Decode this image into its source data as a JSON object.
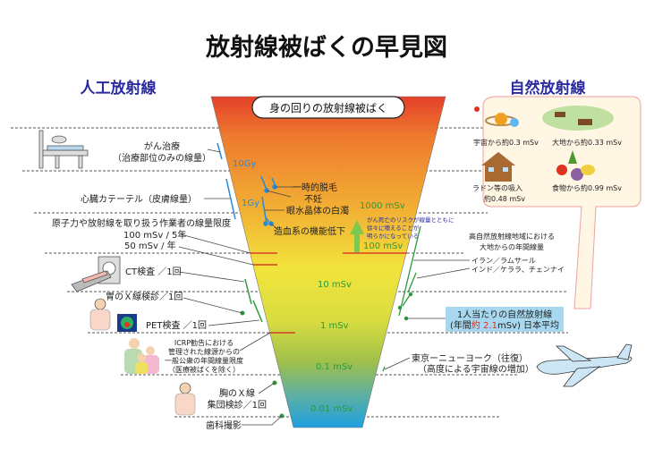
{
  "title": "放射線被ばくの早見図",
  "left_heading": "人工放射線",
  "right_heading": "自然放射線",
  "funnel_title": "身の回りの放射線被ばく",
  "scale": {
    "gy10": "10Gy",
    "gy1": "1Gy",
    "msv1000": "1000 mSv",
    "msv100": "100 mSv",
    "msv10": "10 mSv",
    "msv1": "1 mSv",
    "msv01": "0.1 mSv",
    "msv001": "0.01 mSv"
  },
  "effects": [
    "一時的脱毛",
    "不妊",
    "眼水晶体の白濁",
    "造血系の機能低下"
  ],
  "cancer_note": [
    "がん死亡のリスクが線量とともに",
    "徐々に増えることが",
    "明らかになっている"
  ],
  "artificial": {
    "cancer_therapy": [
      "がん治療",
      "（治療部位のみの線量）"
    ],
    "catheter": "心臓カテーテル（皮膚線量）",
    "worker": [
      "原子力や放射線を取り扱う作業者の線量限度",
      "100 mSv / 5年",
      "50 mSv / 年"
    ],
    "ct": "CT検査 ／1回",
    "stomach": "胃のＸ線検診／1回",
    "pet": "PET検査 ／1回",
    "icrp": [
      "ICRP勧告における",
      "管理された線源からの",
      "一般公衆の年間線量限度",
      "（医療被ばくを除く）"
    ],
    "chest": [
      "胸のＸ線",
      "集団検診／1回"
    ],
    "dental": "歯科撮影"
  },
  "natural": {
    "space": "宇宙から約0.3 mSv",
    "earth": "大地から約0.33 mSv",
    "radon": [
      "ラドン等の吸入",
      "約0.48 mSv"
    ],
    "food": "食物から約0.99 mSv",
    "high_areas": [
      "高自然放射線地域における",
      "大地からの年間線量"
    ],
    "iran": "イラン／ラムサール",
    "india": "インド／ケララ、チェンナイ",
    "per_person": [
      "1人当たりの自然放射線",
      "(年間",
      "約 2.1",
      "mSv) 日本平均"
    ],
    "flight": [
      "東京ーニューヨーク（往復）",
      "（高度による宇宙線の増加）"
    ]
  },
  "colors": {
    "heading": "#2a2aa0",
    "accent_red": "#e03020",
    "green": "#2a9a3a",
    "blue": "#2a8ad8"
  }
}
